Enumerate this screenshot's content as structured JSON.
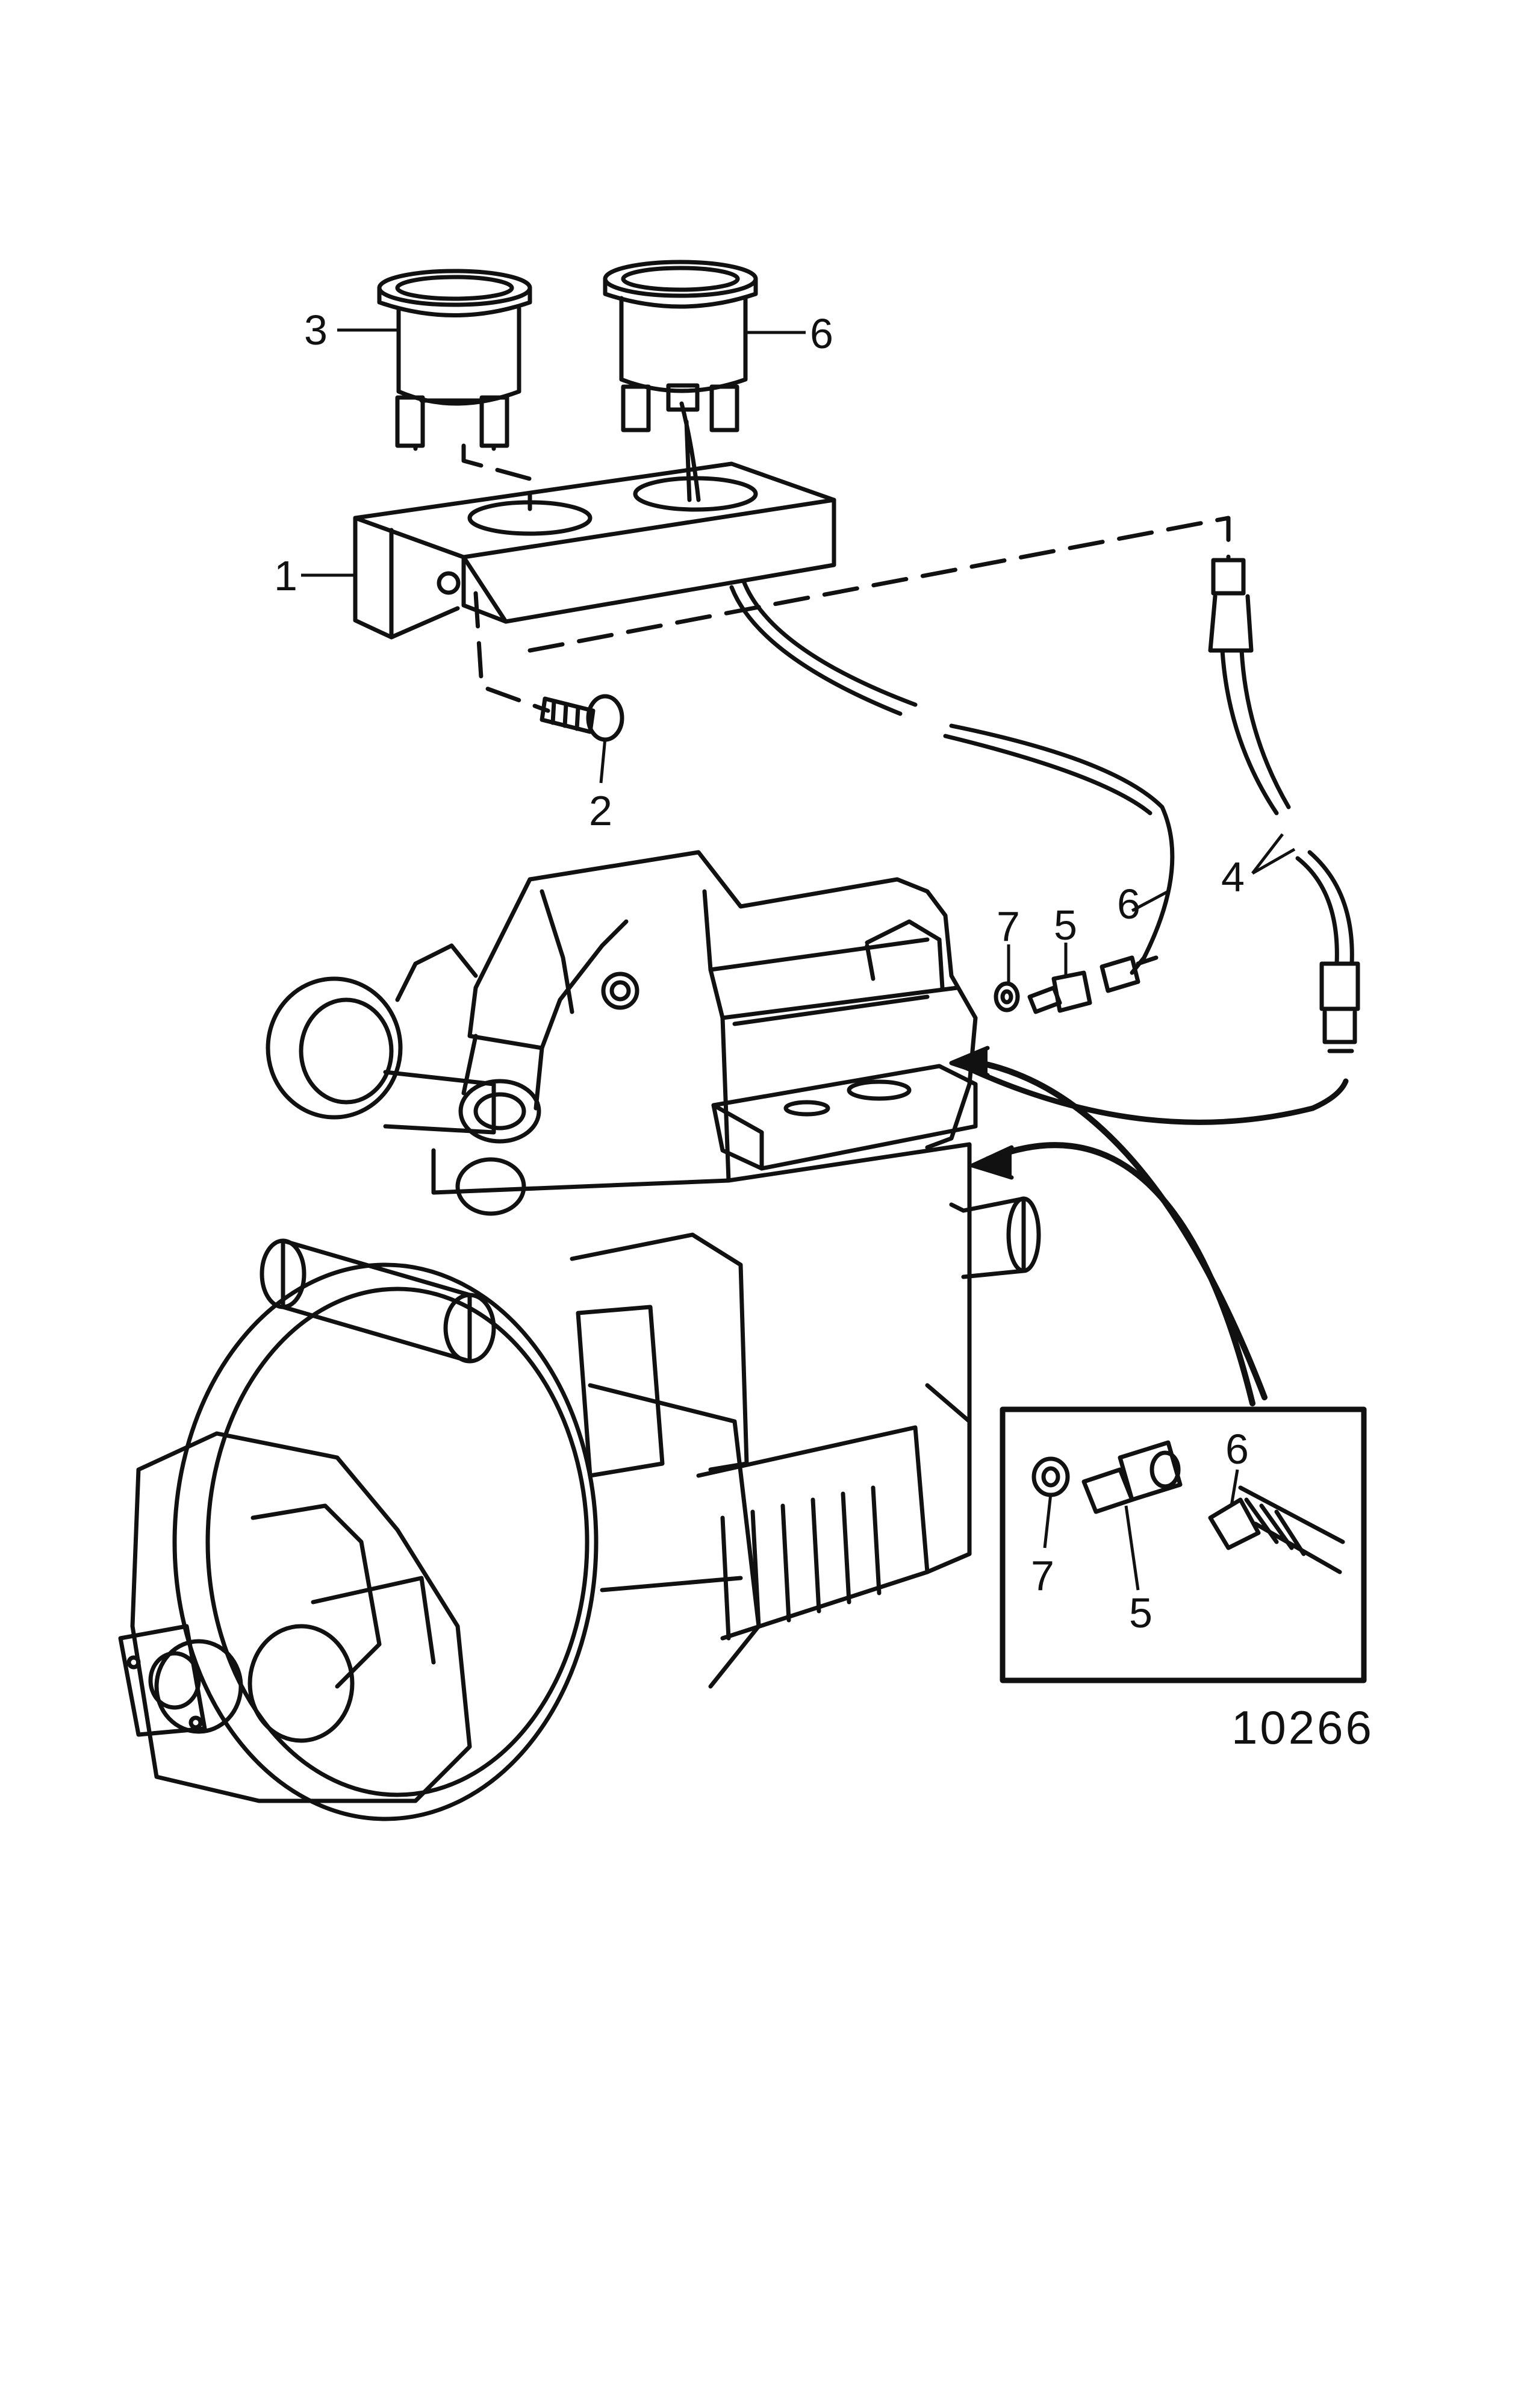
{
  "figure_code": "10266",
  "callouts": {
    "bracket": "1",
    "screw": "2",
    "gauge_left": "3",
    "capillary_pipe": "4",
    "adapter": "5",
    "gauge_right": "6",
    "sensor_cable": "6",
    "washer": "7"
  },
  "detail_callouts": {
    "washer": "7",
    "adapter": "5",
    "cable": "6"
  },
  "colors": {
    "ink": "#111111",
    "paper": "#ffffff"
  }
}
